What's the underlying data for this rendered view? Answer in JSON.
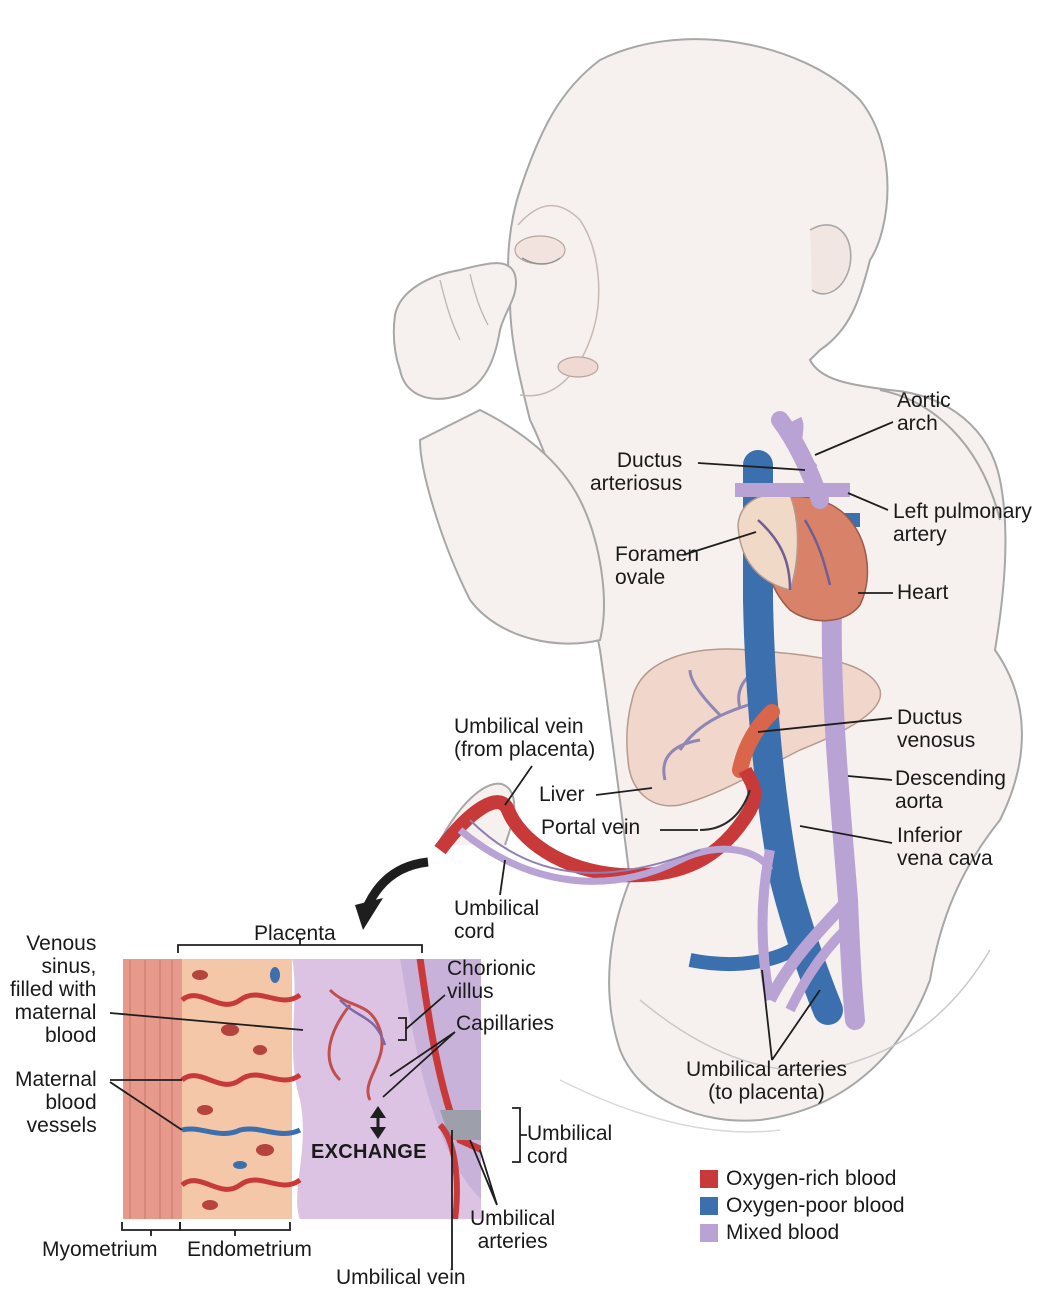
{
  "labels": {
    "aortic_arch": "Aortic\narch",
    "ductus_arteriosus": "Ductus\narteriosus",
    "left_pulmonary_artery": "Left pulmonary\nartery",
    "foramen_ovale": "Foramen\novale",
    "heart": "Heart",
    "umbilical_vein_from_placenta": "Umbilical vein\n(from placenta)",
    "ductus_venosus": "Ductus\nvenosus",
    "liver": "Liver",
    "descending_aorta": "Descending\naorta",
    "portal_vein": "Portal vein",
    "inferior_vena_cava": "Inferior\nvena cava",
    "umbilical_cord_upper": "Umbilical\ncord",
    "placenta": "Placenta",
    "venous_sinus": "Venous\nsinus,\nfilled with\nmaternal\nblood",
    "chorionic_villus": "Chorionic\nvillus",
    "capillaries": "Capillaries",
    "maternal_blood_vessels": "Maternal\nblood\nvessels",
    "exchange": "EXCHANGE",
    "umbilical_cord_lower": "Umbilical\ncord",
    "umbilical_arteries_to_placenta": "Umbilical arteries\n(to placenta)",
    "umbilical_arteries_lower": "Umbilical\narteries",
    "myometrium": "Myometrium",
    "endometrium": "Endometrium",
    "umbilical_vein_lower": "Umbilical vein"
  },
  "legend": [
    {
      "label": "Oxygen-rich blood",
      "color": "#c8393a"
    },
    {
      "label": "Oxygen-poor blood",
      "color": "#3c6fae"
    },
    {
      "label": "Mixed blood",
      "color": "#b9a3d4"
    }
  ],
  "colors": {
    "skin": "#f6f1ee",
    "outline": "#9a9a9a",
    "liver": "#f1d3c6",
    "heart": "#d9826a",
    "muscle": "#e79a8c",
    "endometrium": "#f3c7a8",
    "villus_space": "#dcc3e3"
  }
}
